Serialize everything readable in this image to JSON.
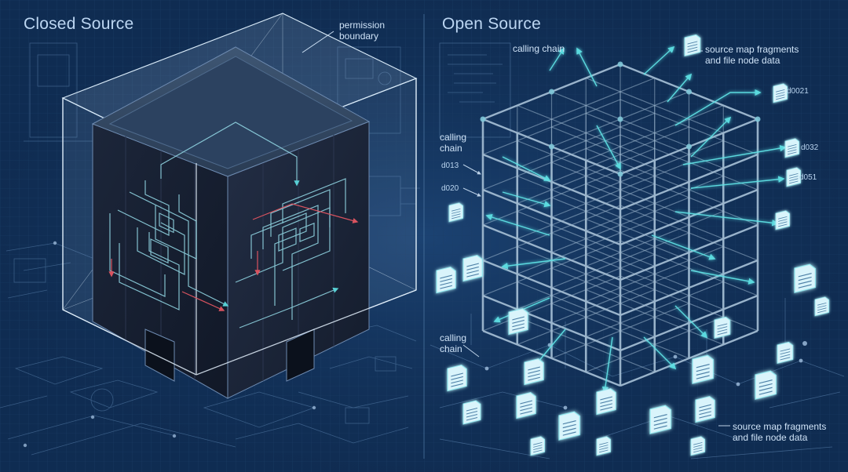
{
  "panels": {
    "closed": {
      "title": "Closed Source",
      "permission_label": "permission\nboundary"
    },
    "open": {
      "title": "Open Source",
      "calling_chain_top": "calling chain",
      "calling_chain_left": "calling\nchain",
      "calling_chain_bottom": "calling\nchain",
      "source_map_top": "source map fragments\nand file node data",
      "source_map_bottom": "source map fragments\nand file node data",
      "node_ids": {
        "d0021": "d0021",
        "d032": "d032",
        "d051": "d051",
        "d013": "d013",
        "d020": "d020"
      }
    }
  },
  "colors": {
    "background": "#0f2c52",
    "accent_cyan": "#5fe3e6",
    "closed_box": "#1a2438",
    "glass_edge": "#d8eaf8",
    "scaffold": "#9eb8cf"
  },
  "icons": {
    "document": "document-icon",
    "arrow": "arrow-icon"
  }
}
